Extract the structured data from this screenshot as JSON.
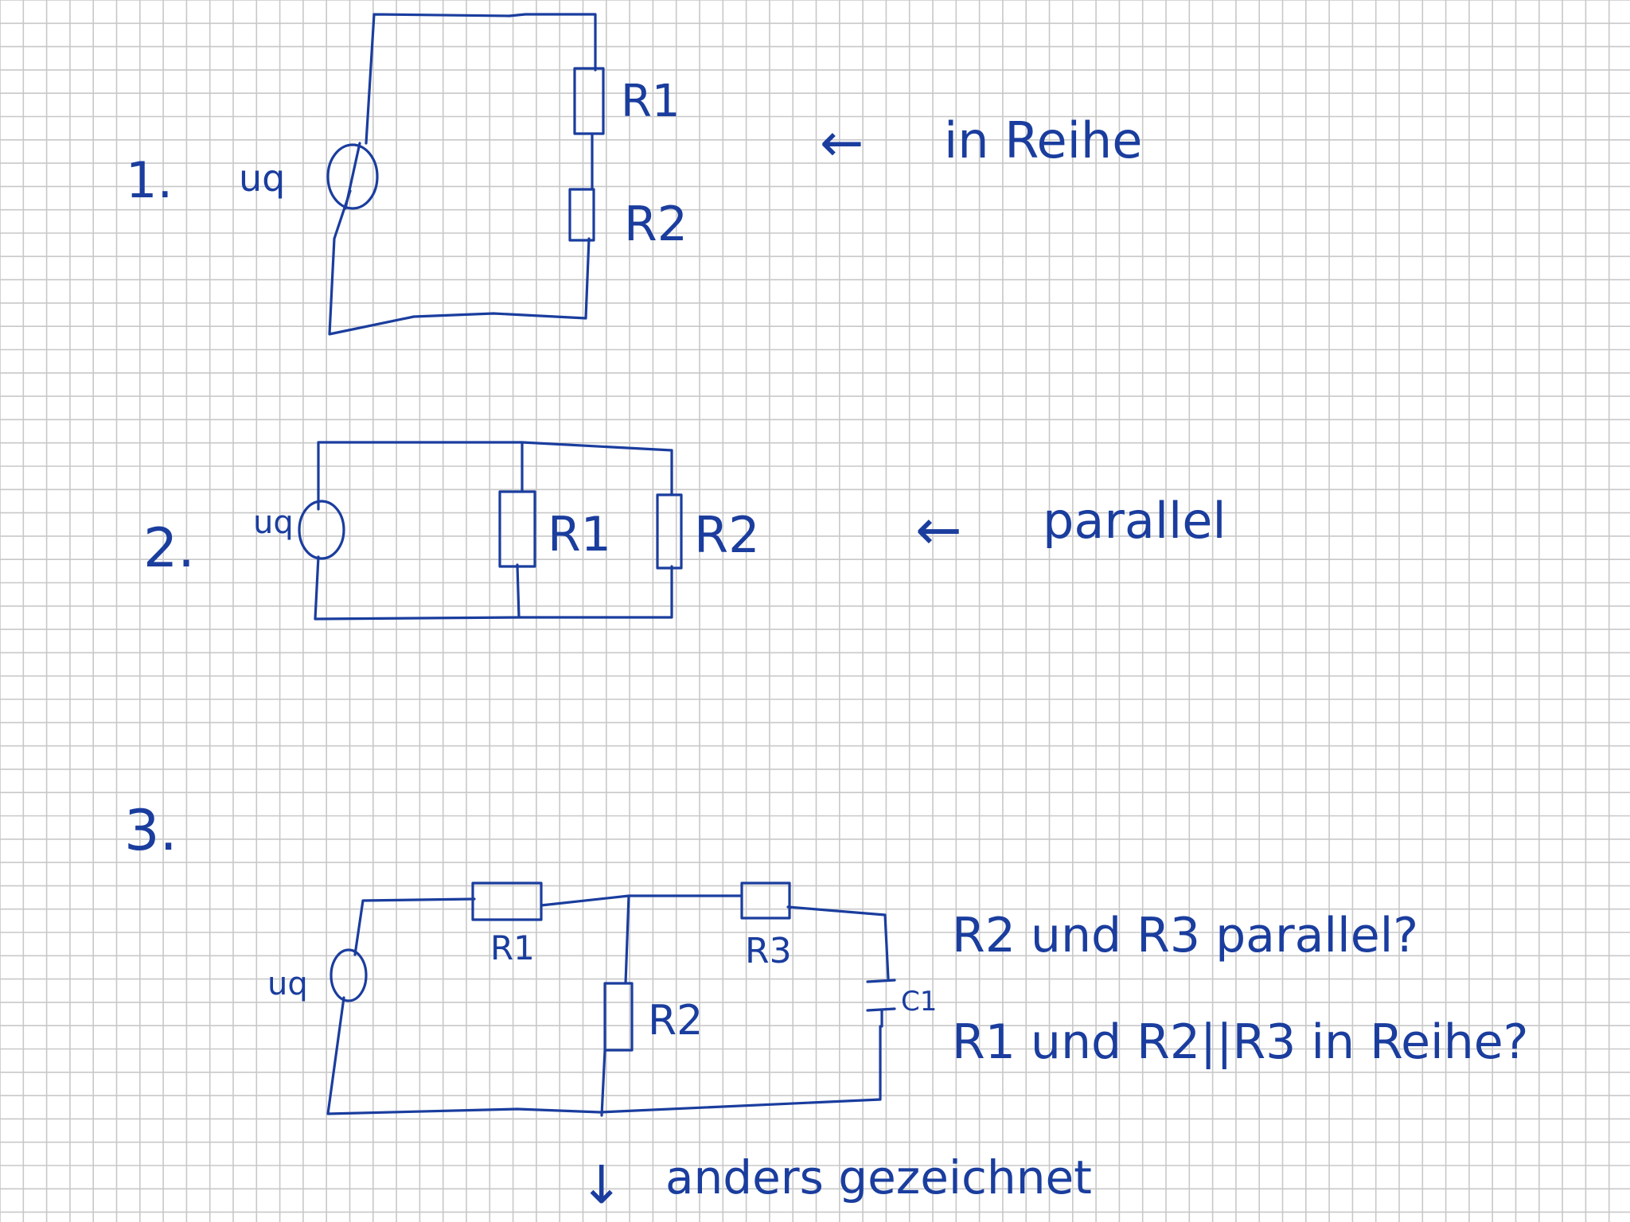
{
  "page": {
    "background": "#ffffff",
    "grid_color": "#c8c8c8",
    "ink_color": "#1a3d9e"
  },
  "section1": {
    "number": "1.",
    "source_label": "uq",
    "r1_label": "R1",
    "r2_label": "R2",
    "arrow_glyph": "←",
    "note": "in Reihe"
  },
  "section2": {
    "number": "2.",
    "source_label": "uq",
    "r1_label": "R1",
    "r2_label": "R2",
    "arrow_glyph": "←",
    "note": "parallel"
  },
  "section3": {
    "number": "3.",
    "source_label": "uq",
    "r1_label": "R1",
    "r2_label": "R2",
    "r3_label": "R3",
    "c1_label": "C1",
    "note_line1": "R2 und R3 parallel?",
    "note_line2": "R1 und R2||R3 in Reihe?",
    "arrow_glyph": "↓",
    "bottom_note": "anders gezeichnet"
  }
}
